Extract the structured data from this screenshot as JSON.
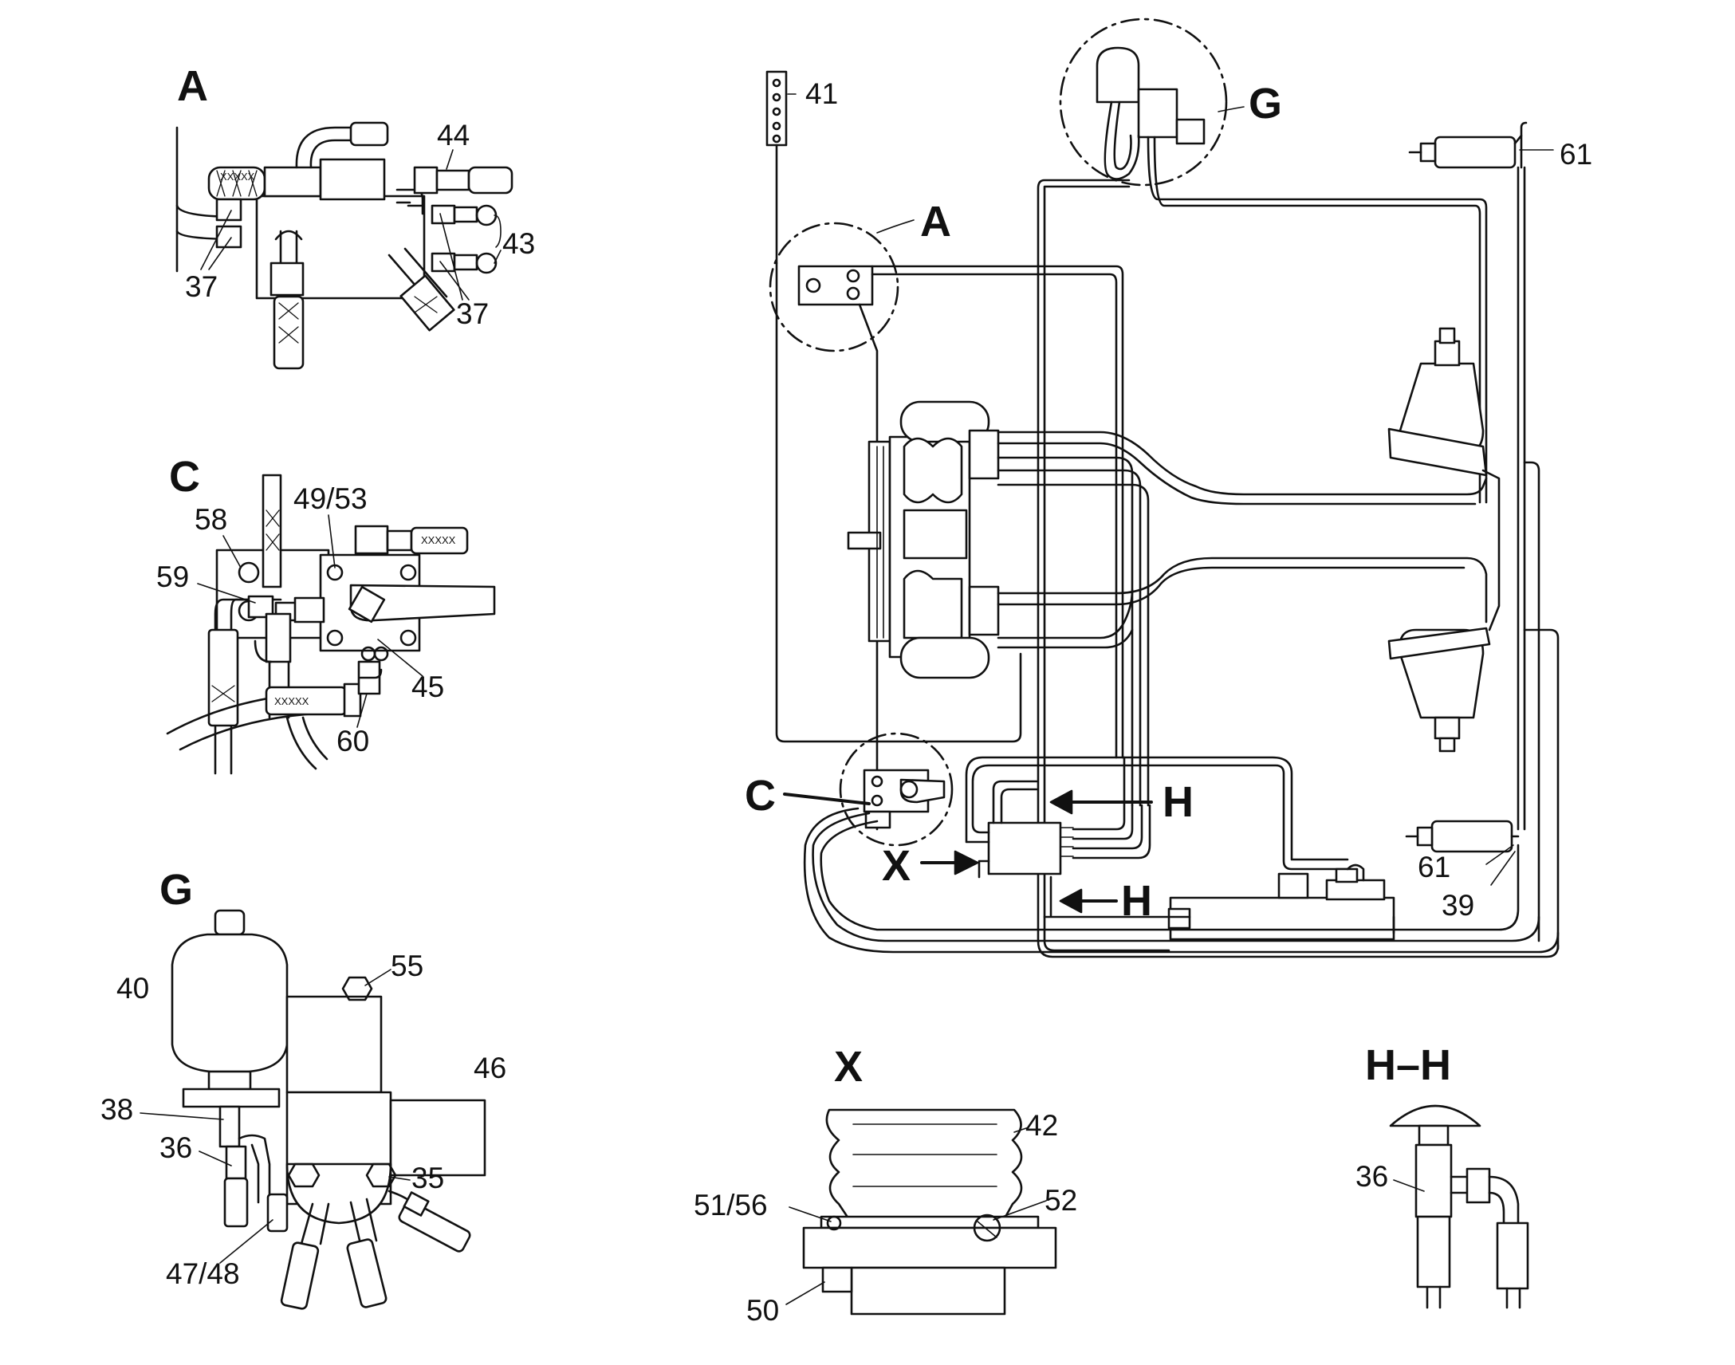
{
  "sections": {
    "A": "A",
    "C": "C",
    "G": "G",
    "X": "X",
    "HH": "H–H",
    "main_A": "A",
    "main_C": "C",
    "main_G": "G",
    "main_X": "X",
    "main_H1": "H",
    "main_H2": "H"
  },
  "callouts": {
    "a_44": "44",
    "a_43": "43",
    "a_37_left": "37",
    "a_37_right": "37",
    "c_58": "58",
    "c_49_53": "49/53",
    "c_59": "59",
    "c_45": "45",
    "c_60": "60",
    "g_40": "40",
    "g_55": "55",
    "g_46": "46",
    "g_38": "38",
    "g_36": "36",
    "g_35": "35",
    "g_47_48": "47/48",
    "x_42": "42",
    "x_51_56": "51/56",
    "x_52": "52",
    "x_50": "50",
    "hh_36": "36",
    "m_41": "41",
    "m_61_top": "61",
    "m_61_bottom": "61",
    "m_39": "39"
  },
  "hose_marking": "XXXXX"
}
